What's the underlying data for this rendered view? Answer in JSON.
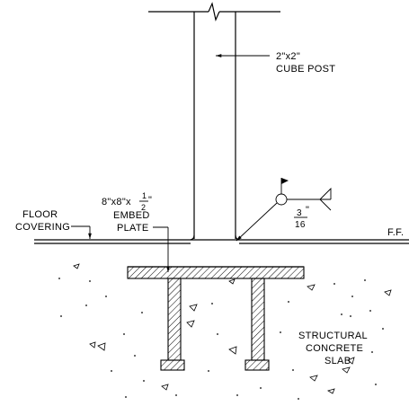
{
  "labels": {
    "post_dim": "2\"x2\"",
    "post_name": "CUBE POST",
    "plate_dim_a": "8\"x8\"x",
    "plate_frac_num": "1",
    "plate_frac_den": "2",
    "plate_dim_b": "\"",
    "plate_line2": "EMBED",
    "plate_line3": "PLATE",
    "floor_line1": "FLOOR",
    "floor_line2": "COVERING",
    "ff": "F.F.",
    "weld_num": "3",
    "weld_den": "16",
    "weld_inch": "\"",
    "slab_line1": "STRUCTURAL",
    "slab_line2": "CONCRETE",
    "slab_line3": "SLAB"
  }
}
